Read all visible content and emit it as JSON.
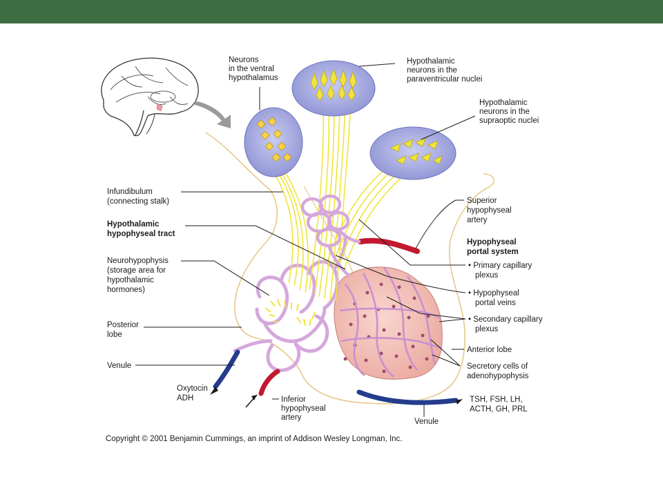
{
  "colors": {
    "banner": "#3f6d42",
    "nucleus_fill": "#9fa3dc",
    "neuron": "#f2ea2e",
    "capillary": "#d9b1dd",
    "anterior_lobe": "#f3c0b8",
    "artery": "#c3182e",
    "vein": "#243c8c"
  },
  "labels": {
    "neurons_ventral": [
      "Neurons",
      "in the ventral",
      "hypothalamus"
    ],
    "paraventricular": [
      "Hypothalamic",
      "neurons in the",
      "paraventricular nuclei"
    ],
    "supraoptic": [
      "Hypothalamic",
      "neurons in the",
      "supraoptic nuclei"
    ],
    "infundibulum": [
      "Infundibulum",
      "(connecting stalk)"
    ],
    "tract": [
      "Hypothalamic",
      "hypophyseal tract"
    ],
    "neurohypophysis": [
      "Neurohypophysis",
      "(storage area for",
      "hypothalamic",
      "hormones)"
    ],
    "posterior_lobe": [
      "Posterior",
      "lobe"
    ],
    "venule_left": "Venule",
    "oxytocin": [
      "Oxytocin",
      "ADH"
    ],
    "inferior_artery": [
      "Inferior",
      "hypophyseal",
      "artery"
    ],
    "superior_artery": [
      "Superior",
      "hypophyseal",
      "artery"
    ],
    "portal_system": [
      "Hypophyseal",
      "portal system"
    ],
    "primary_plexus": [
      "• Primary capillary",
      "plexus"
    ],
    "portal_veins": [
      "• Hypophyseal",
      "portal veins"
    ],
    "secondary_plexus": [
      "• Secondary capillary",
      "plexus"
    ],
    "anterior_lobe": "Anterior lobe",
    "secretory_cells": [
      "Secretory cells of",
      "adenohypophysis"
    ],
    "hormones": [
      "TSH, FSH, LH,",
      "ACTH, GH, PRL"
    ],
    "venule_bottom": "Venule",
    "copyright": "Copyright © 2001 Benjamin Cummings, an imprint of Addison Wesley Longman, Inc."
  }
}
